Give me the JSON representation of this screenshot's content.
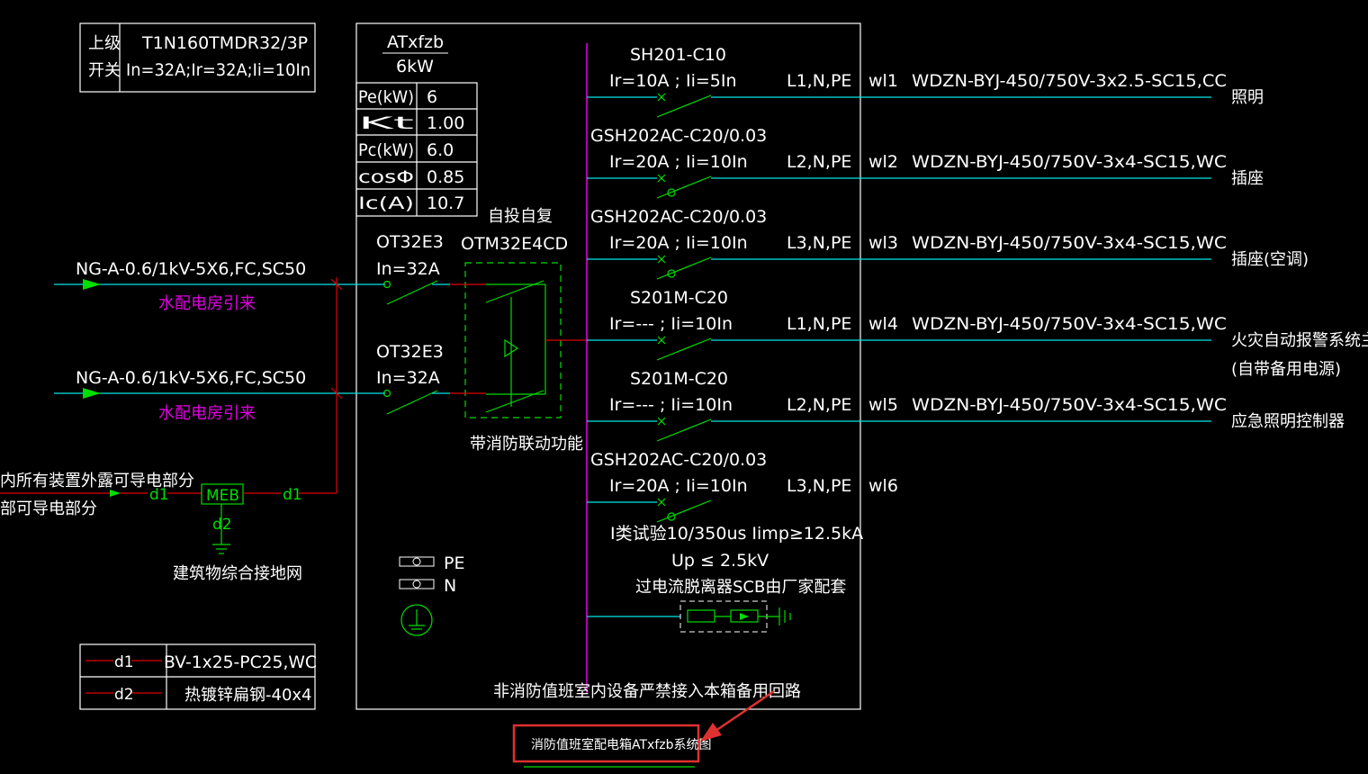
{
  "upstream_switch": {
    "label_1": "上级",
    "label_2": "开关",
    "model": "T1N160TMDR32/3P",
    "setting": "In=32A;Ir=32A;Ii=10In"
  },
  "box": {
    "name": "ATxfzb",
    "power": "6kW",
    "params": [
      {
        "k": "Pe(kW)",
        "v": "6"
      },
      {
        "k": "Kt",
        "v": "1.00"
      },
      {
        "k": "Pc(kW)",
        "v": "6.0"
      },
      {
        "k": "cosΦ",
        "v": "0.85"
      },
      {
        "k": "Ic(A)",
        "v": "10.7"
      }
    ],
    "atse_label_top": "自投自复",
    "atse_model": "OTM32E4CD",
    "atse_label_bottom": "带消防联动功能",
    "note": "非消防值班室内设备严禁接入本箱备用回路",
    "pe_label": "PE",
    "n_label": "N"
  },
  "incoming": [
    {
      "cable": "NG-A-0.6/1kV-5X6,FC,SC50",
      "source": "水配电房引来",
      "switch": "OT32E3",
      "rating": "In=32A"
    },
    {
      "cable": "NG-A-0.6/1kV-5X6,FC,SC50",
      "source": "水配电房引来",
      "switch": "OT32E3",
      "rating": "In=32A"
    }
  ],
  "earthing": {
    "text_1": "内所有装置外露可导电部分",
    "text_2": "部可导电部分",
    "meb": "MEB",
    "d1_left": "d1",
    "d1_right": "d1",
    "d2": "d2",
    "grid": "建筑物综合接地网"
  },
  "circuits": [
    {
      "breaker": "SH201-C10",
      "setting": "Ir=10A ; Ii=5In",
      "phase": "L1,N,PE",
      "id": "wl1",
      "cable": "WDZN-BYJ-450/750V-3x2.5-SC15,CC",
      "load": "照明",
      "load2": ""
    },
    {
      "breaker": "GSH202AC-C20/0.03",
      "setting": "Ir=20A ; Ii=10In",
      "phase": "L2,N,PE",
      "id": "wl2",
      "cable": "WDZN-BYJ-450/750V-3x4-SC15,WC",
      "load": "插座",
      "load2": ""
    },
    {
      "breaker": "GSH202AC-C20/0.03",
      "setting": "Ir=20A ; Ii=10In",
      "phase": "L3,N,PE",
      "id": "wl3",
      "cable": "WDZN-BYJ-450/750V-3x4-SC15,WC",
      "load": "插座(空调)",
      "load2": ""
    },
    {
      "breaker": "S201M-C20",
      "setting": "Ir=--- ; Ii=10In",
      "phase": "L1,N,PE",
      "id": "wl4",
      "cable": "WDZN-BYJ-450/750V-3x4-SC15,WC",
      "load": "火灾自动报警系统主机",
      "load2": "(自带备用电源)"
    },
    {
      "breaker": "S201M-C20",
      "setting": "Ir=--- ; Ii=10In",
      "phase": "L2,N,PE",
      "id": "wl5",
      "cable": "WDZN-BYJ-450/750V-3x4-SC15,WC",
      "load": "应急照明控制器",
      "load2": ""
    },
    {
      "breaker": "GSH202AC-C20/0.03",
      "setting": "Ir=20A ; Ii=10In",
      "phase": "L3,N,PE",
      "id": "wl6",
      "cable": "",
      "load": "",
      "load2": ""
    }
  ],
  "spd": {
    "line1": "I类试验10/350us Iimp≥12.5kA",
    "line2": "Up ≤ 2.5kV",
    "line3": "过电流脱离器SCB由厂家配套"
  },
  "legend": [
    {
      "code": "d1",
      "desc": "BV-1x25-PC25,WC"
    },
    {
      "code": "d2",
      "desc": "热镀锌扁钢-40x4"
    }
  ],
  "caption": "消防值班室配电箱ATxfzb系统图",
  "colors": {
    "cyan": "#00e5e5",
    "red": "#e00000",
    "green": "#00dd00",
    "magenta": "#e000e0",
    "white": "#ffffff"
  }
}
